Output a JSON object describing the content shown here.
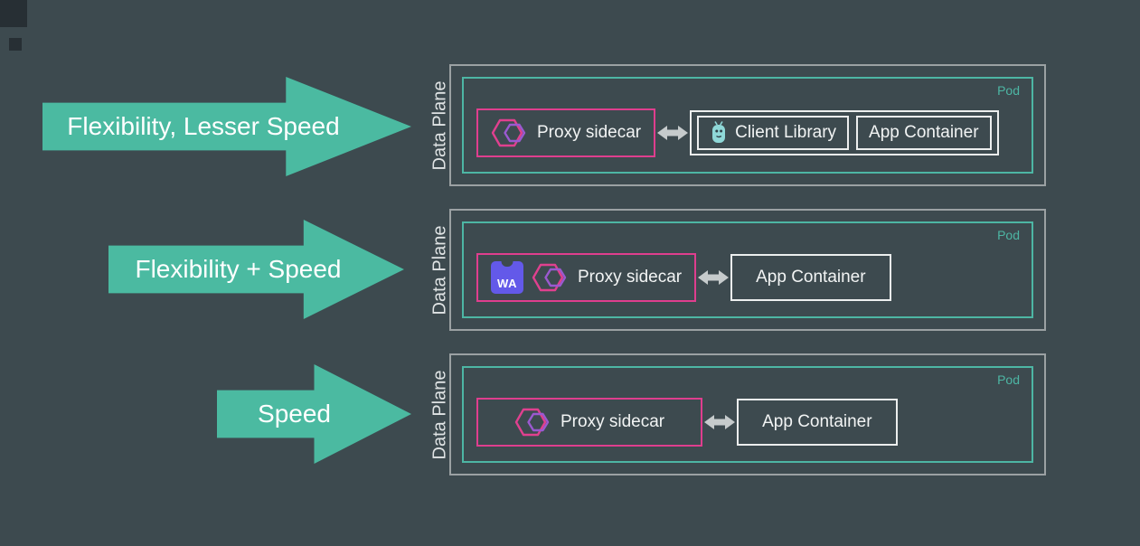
{
  "colors": {
    "background": "#3d4a4f",
    "arrow_teal": "#4bbaa1",
    "pod_teal": "#4db6a4",
    "proxy_pink": "#df3e8e",
    "gray_border": "#9ba1a3",
    "white_border": "#eceeee",
    "label_text": "#f2f4f4",
    "data_plane_text": "#dfe3e4",
    "wasm_purple": "#6359e9",
    "connector_gray": "#c6cbcc",
    "envoy_pink": "#e0408f",
    "envoy_purple": "#9b59d0",
    "mascot_teal": "#8fd8d8"
  },
  "icons": {
    "proxy": "envoy-hexagon-icon",
    "wasm": "webassembly-wa-icon",
    "client_library": "client-library-mascot-icon",
    "connector": "double-arrow-icon"
  },
  "rows": [
    {
      "arrow_label": "Flexibility, Lesser Speed",
      "data_plane_label": "Data Plane",
      "pod_label": "Pod",
      "proxy_label": "Proxy sidecar",
      "client_library_label": "Client Library",
      "app_container_label": "App Container"
    },
    {
      "arrow_label": "Flexibility + Speed",
      "data_plane_label": "Data Plane",
      "pod_label": "Pod",
      "wasm_label": "WA",
      "proxy_label": "Proxy sidecar",
      "app_container_label": "App Container"
    },
    {
      "arrow_label": "Speed",
      "data_plane_label": "Data Plane",
      "pod_label": "Pod",
      "proxy_label": "Proxy sidecar",
      "app_container_label": "App Container"
    }
  ]
}
